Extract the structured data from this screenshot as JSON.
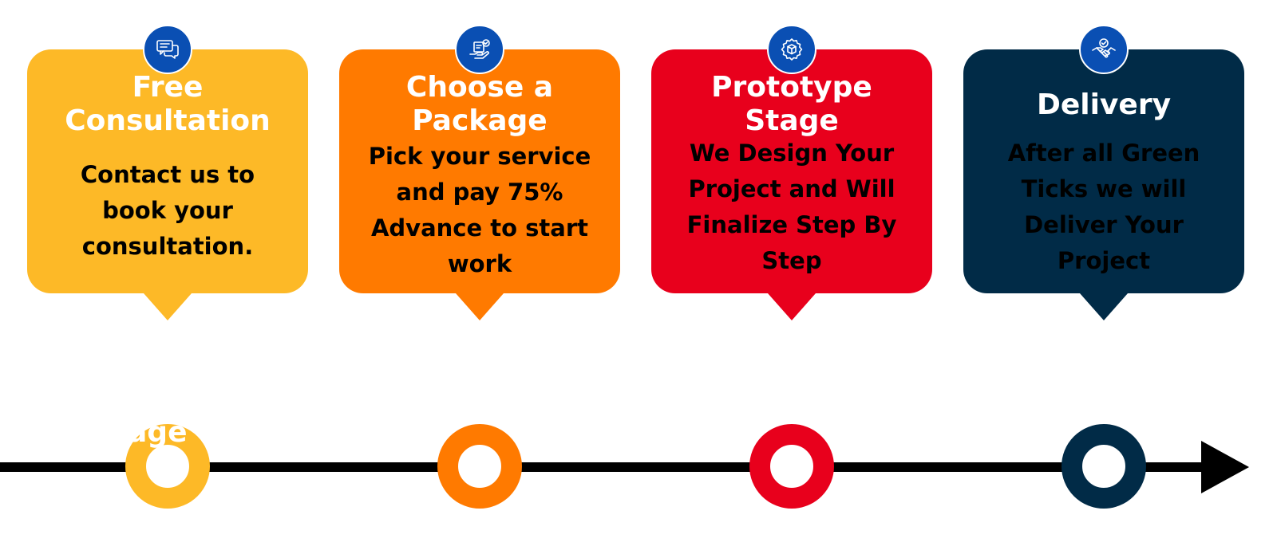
{
  "steps": [
    {
      "title": "Free\nConsultation",
      "description": "Contact us to\nbook your\nconsultation.",
      "color": "#fdb927",
      "text_color": "#000000",
      "icon": "chat-icon"
    },
    {
      "title": "Choose a\nPackage",
      "description": "Pick your service\nand pay 75%\nAdvance to start\nwork",
      "color": "#ff7a00",
      "text_color": "#000000",
      "icon": "package-check-icon"
    },
    {
      "title": "Prototype\nStage",
      "description": "We Design Your\nProject and Will\nFinalize Step By\nStep",
      "color": "#e8001c",
      "text_color": "#000000",
      "icon": "gear-box-icon"
    },
    {
      "title": "Delivery",
      "description": "After all Green\nTicks we will\nDeliver Your\nProject",
      "color": "#012b47",
      "text_color": "#000000",
      "icon": "handshake-icon"
    }
  ],
  "timeline": {
    "line_color": "#000000",
    "ghost_text": "age"
  },
  "badge_color": "#0a4fb3"
}
